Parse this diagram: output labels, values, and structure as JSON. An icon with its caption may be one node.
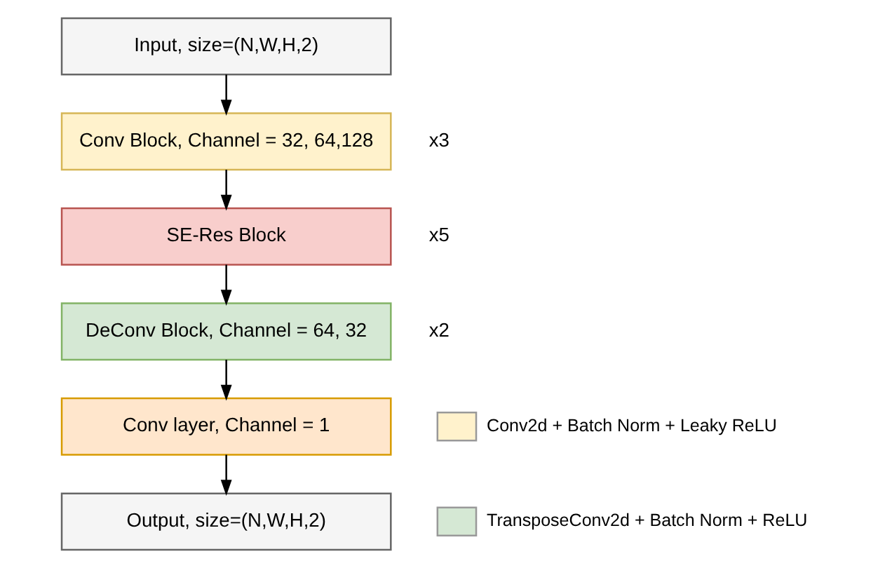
{
  "diagram": {
    "nodes": [
      {
        "text": [
          "Input, size=(N,W,H,2)"
        ]
      },
      {
        "text": [
          "Conv Block, Channel = 32, 64,128"
        ],
        "beside": [
          "x3"
        ]
      },
      {
        "text": [
          "SE-Res Block"
        ],
        "beside": [
          "x5"
        ]
      },
      {
        "text": [
          "DeConv Block, Channel = 64, 32"
        ],
        "beside": [
          "x2"
        ]
      },
      {
        "text": [
          "Conv layer, Channel = 1"
        ]
      },
      {
        "text": [
          "Output, size=(N,W,H,2)"
        ]
      }
    ],
    "edges": [
      {
        "from": 0,
        "to": 1,
        "arrow": "to"
      },
      {
        "from": 1,
        "to": 2,
        "arrow": "to"
      },
      {
        "from": 2,
        "to": 3,
        "arrow": "to"
      },
      {
        "from": 3,
        "to": 4,
        "arrow": "to"
      },
      {
        "from": 4,
        "to": 5,
        "arrow": "to"
      }
    ],
    "legend": [
      {
        "text": "Conv2d + Batch Norm + Leaky ReLU",
        "color": "#fff2cc"
      },
      {
        "text": "TransposeConv2d + Batch Norm + ReLU",
        "color": "#d5e8d4"
      }
    ]
  }
}
